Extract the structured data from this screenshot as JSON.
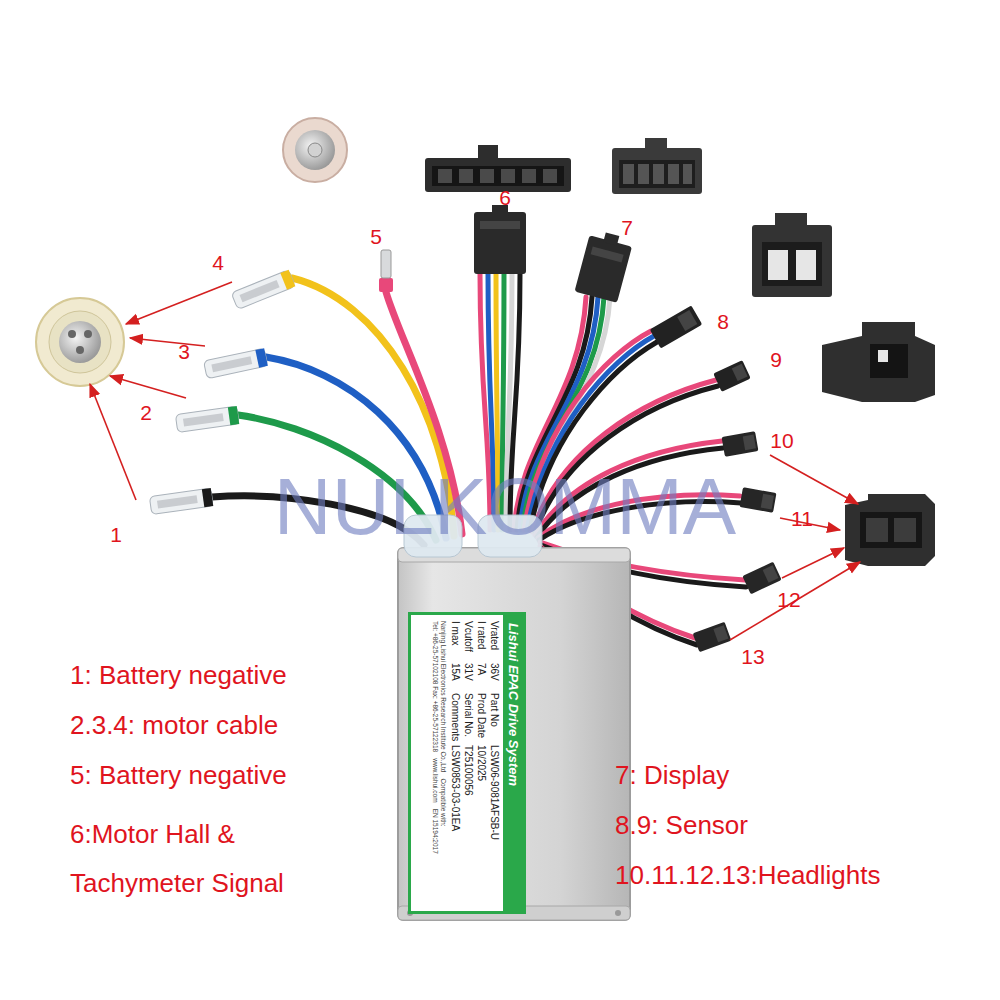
{
  "diagram": {
    "nodes": [
      {
        "text": [
          "Lishui EPAC Drive System",
          "Vrated",
          "36V",
          "Part No",
          "LSW06-9081AFSB-U",
          "I rated",
          "7A",
          "Prod Date",
          "10/2025",
          "Vcutoff",
          "31V",
          "Serial No.",
          "T25100056",
          "I max",
          "15A",
          "Comments",
          "LSW0853-03-01EA",
          "Nanjing Lishui Electronics Research Institute Co.,Ltd",
          "Compatible with:",
          "Tel: +86-25-57102108 Fax: +86-25-57122318",
          "www.lishui.com",
          "EN 15194:2017"
        ]
      }
    ],
    "labels": [
      "NULKOMMA",
      "1",
      "2",
      "3",
      "4",
      "5",
      "6",
      "7",
      "8",
      "9",
      "10",
      "11",
      "12",
      "13",
      "1: Battery negative",
      "2.3.4: motor cable",
      "5: Battery negative",
      "6:Motor Hall & Tachymeter Signal",
      "7: Display",
      "8.9: Sensor",
      "10.11.12.13:Headlights"
    ]
  }
}
